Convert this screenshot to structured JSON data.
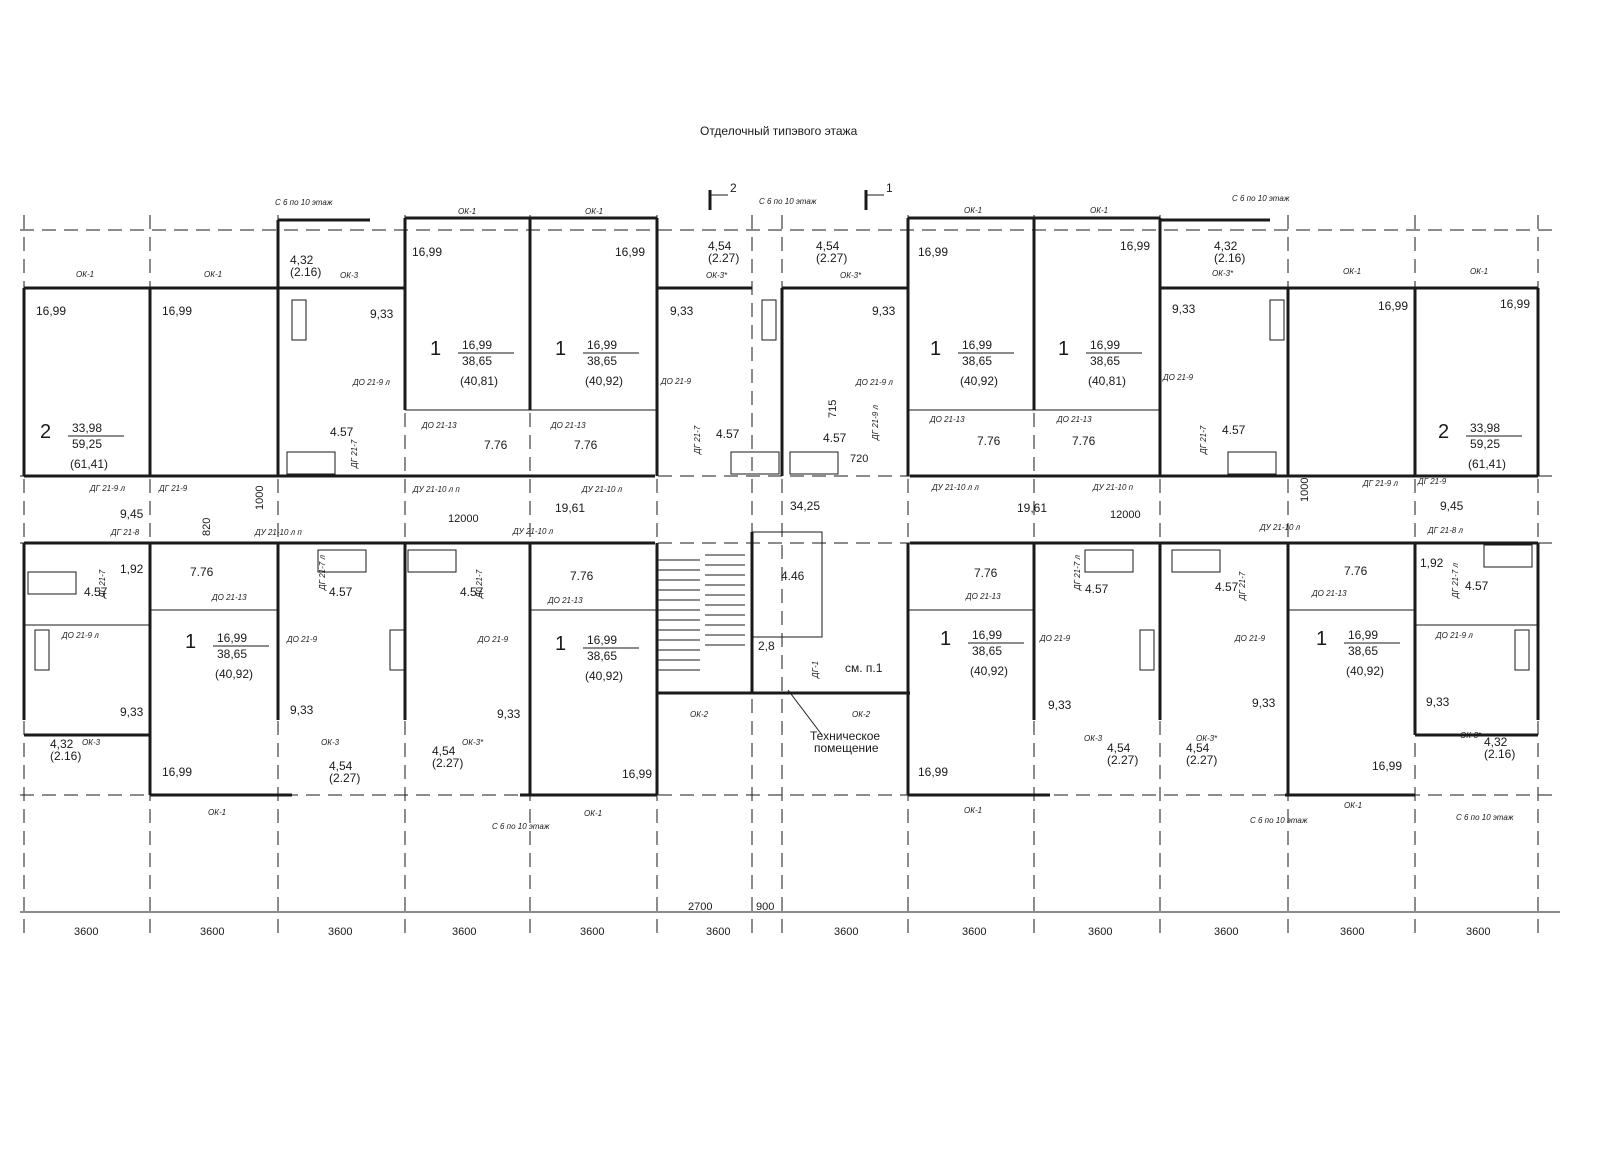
{
  "title": "Отделочный типэвого этажа",
  "section_marks": [
    "2",
    "1"
  ],
  "window_marks": {
    "ok1": "ОК-1",
    "ok2": "ОК-2",
    "ok3": "ОК-3",
    "ok3s": "ОК-3*"
  },
  "floor_note": "С 6 по 10 этаж",
  "areas": {
    "room_1699": "16,99",
    "kitchen_933": "9,33",
    "bath_457": "4.57",
    "hall_776": "7.76",
    "loggia_454": "4,54",
    "loggia_454_h": "(2.27)",
    "loggia_432": "4,32",
    "loggia_432_h": "(2.16)",
    "corridor_945": "9,45",
    "corridor_1961": "19,61",
    "hall_3425": "34,25",
    "stair_446": "4.46",
    "tech_28": "2,8",
    "small_192": "1,92"
  },
  "apartments": [
    {
      "rooms": "1",
      "living": "16,99",
      "total": "38,65",
      "total_b": "(40,81)"
    },
    {
      "rooms": "1",
      "living": "16,99",
      "total": "38,65",
      "total_b": "(40,92)"
    },
    {
      "rooms": "2",
      "living": "33,98",
      "total": "59,25",
      "total_b": "(61,41)"
    }
  ],
  "doors": {
    "do219l": "ДО 21-9 л",
    "do219": "ДО 21-9",
    "do2113": "ДО 21-13",
    "dg217": "ДГ 21-7",
    "dg217l": "ДГ 21-7 л",
    "dg219": "ДГ 21-9",
    "dg219l": "ДГ 21-9 л",
    "dg218": "ДГ 21-8",
    "dg218l": "ДГ 21-8 л",
    "du2110l": "ДУ 21-10 л",
    "du2110lp": "ДУ 21-10 л п",
    "du2110ll": "ДУ 21-10 л л",
    "du2110p": "ДУ 21-10 п",
    "dg1": "ДГ-1",
    "sm": "см. п.1"
  },
  "tech_room": [
    "Техническое",
    "помещение"
  ],
  "dims": {
    "module": "3600",
    "span": "12000",
    "d2700": "2700",
    "d900": "900",
    "d1000": "1000",
    "d715": "715",
    "d720": "720",
    "d820": "820"
  }
}
